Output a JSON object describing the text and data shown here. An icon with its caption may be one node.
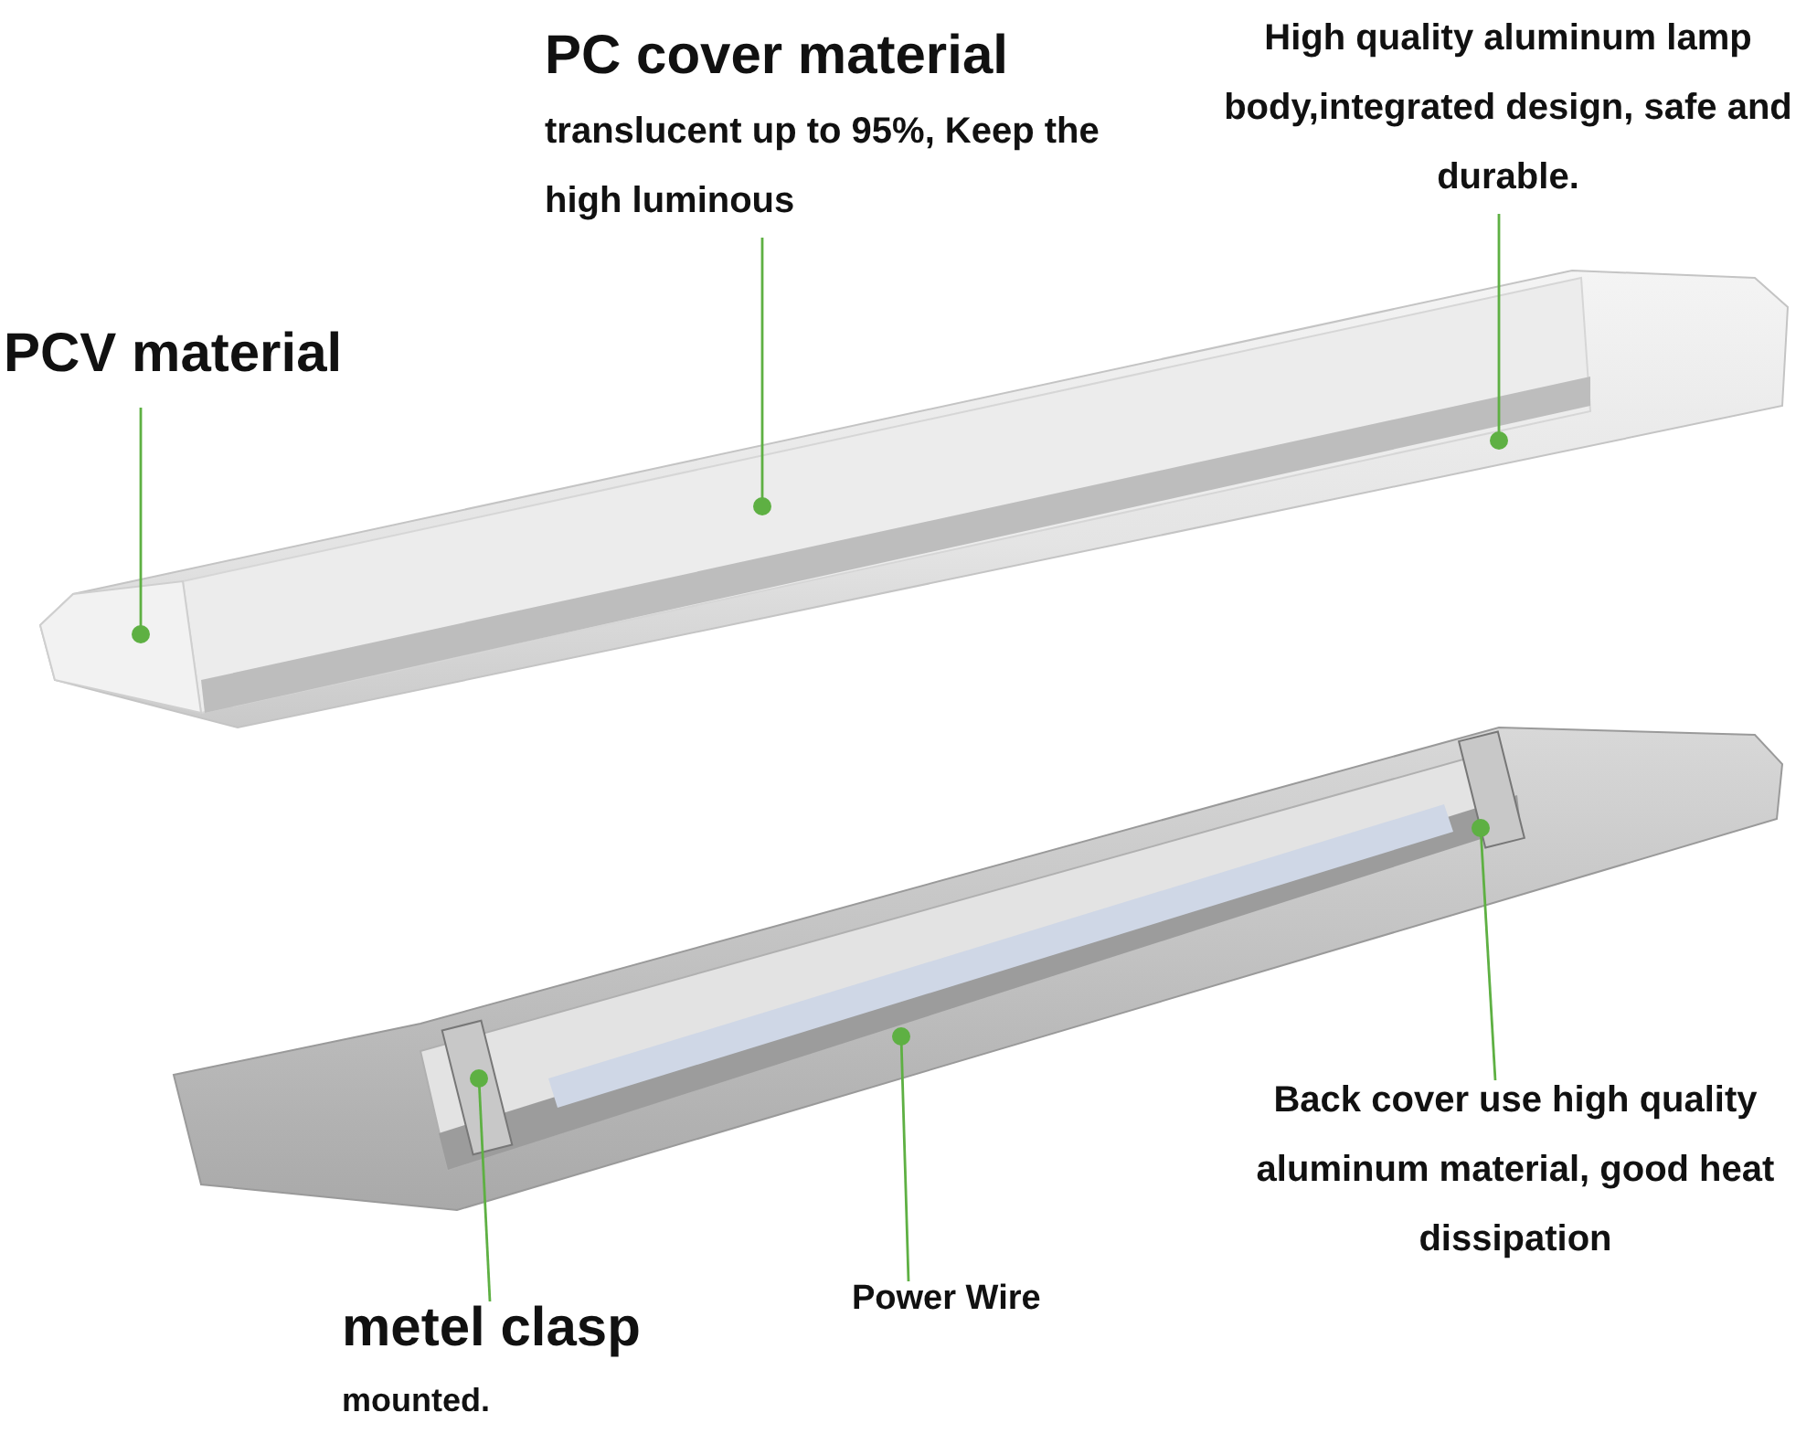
{
  "diagram": {
    "nodes": [
      {
        "text": [
          "PC cover material",
          "translucent up to 95%, Keep the high luminous"
        ]
      },
      {
        "text": [
          "High quality aluminum lamp body,integrated design, safe and durable."
        ]
      },
      {
        "text": [
          "PCV material"
        ]
      },
      {
        "text": [
          "Back cover use high quality aluminum material, good heat dissipation"
        ]
      },
      {
        "text": [
          "metel clasp",
          "mounted."
        ]
      },
      {
        "text": [
          "Power Wire"
        ]
      }
    ],
    "edges": [
      {
        "from": 0,
        "to": null,
        "arrow": "other"
      },
      {
        "from": 1,
        "to": null,
        "arrow": "other"
      },
      {
        "from": 2,
        "to": null,
        "arrow": "other"
      },
      {
        "from": 3,
        "to": null,
        "arrow": "other"
      },
      {
        "from": 4,
        "to": null,
        "arrow": "other"
      },
      {
        "from": 5,
        "to": null,
        "arrow": "other"
      }
    ]
  }
}
